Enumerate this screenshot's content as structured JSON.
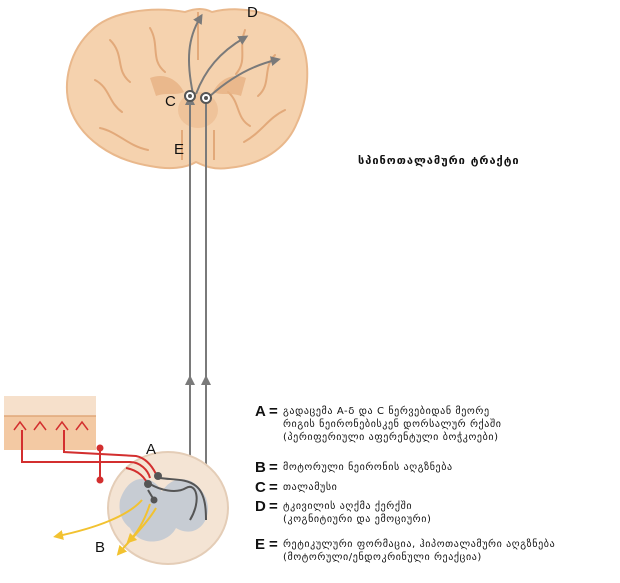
{
  "title": "სპინოთალამური ტრაქტი",
  "labels": {
    "A": "A",
    "B": "B",
    "C": "C",
    "D": "D",
    "E": "E"
  },
  "legend": [
    {
      "key": "A",
      "lines": [
        "გადაცემა A-δ და C ნერვებიდან მეორე",
        "რიგის ნეირონებისკენ დორსალურ რქაში",
        "(პერიფერიული აფერენტული ბოჭკოები)"
      ]
    },
    {
      "key": "B",
      "lines": [
        "მოტორული ნეირონის აღგზნება"
      ]
    },
    {
      "key": "C",
      "lines": [
        "თალამუსი"
      ]
    },
    {
      "key": "D",
      "lines": [
        "ტკივილის აღქმა ქერქში",
        "(კოგნიტიური და ემოციური)"
      ]
    },
    {
      "key": "E",
      "lines": [
        "რეტიკულური ფორმაცია, ჰიპოთალამური აღგზნება",
        "(მოტორული/ენდოკრინული რეაქცია)"
      ]
    }
  ],
  "colors": {
    "brain": "#f5d2ae",
    "brain_shade": "#e9b88c",
    "pathway": "#7a7a7a",
    "afferent": "#d32f2f",
    "motor": "#f2c230",
    "skin": "#f3c9a3",
    "cord": "#f4e4d4",
    "grey_matter": "#c7ccd3"
  }
}
